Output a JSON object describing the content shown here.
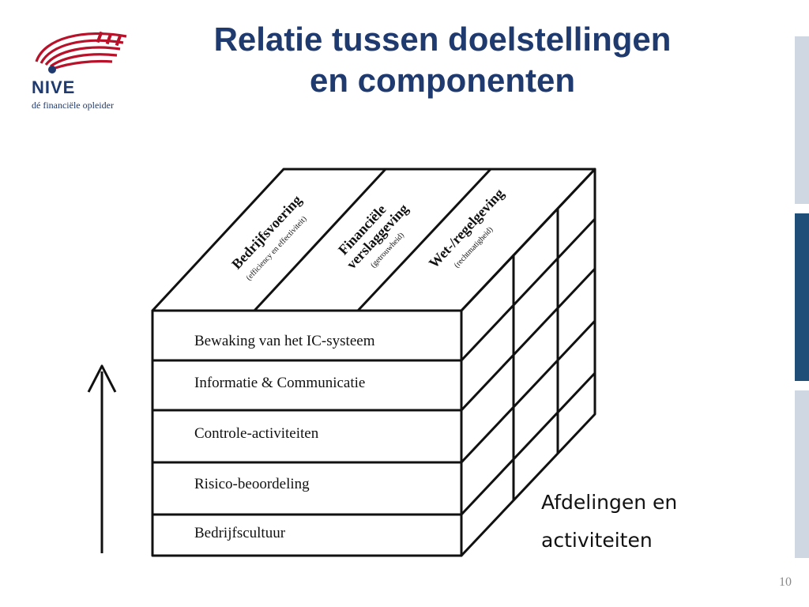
{
  "header": {
    "logo": {
      "name": "NIVE",
      "tagline": "dé financiële opleider"
    },
    "title_line1": "Relatie tussen doelstellingen",
    "title_line2": "en componenten"
  },
  "diagram": {
    "objectives": [
      {
        "label": "Bedrijfsvoering",
        "sub": "(efficiency en effectiviteit)"
      },
      {
        "label_line1": "Financiële",
        "label_line2": "verslaggeving",
        "sub": "(getrouwheid)"
      },
      {
        "label": "Wet-/regelgeving",
        "sub": "(rechtmatigheid)"
      }
    ],
    "components": [
      "Bewaking van het IC-systeem",
      "Informatie & Communicatie",
      "Controle-activiteiten",
      "Risico-beoordeling",
      "Bedrijfscultuur"
    ],
    "side_caption_line1": "Afdelingen en",
    "side_caption_line2": "activiteiten"
  },
  "footer": {
    "page_number": "10"
  },
  "colors": {
    "title": "#1f3a6e",
    "logo_red": "#b8122b",
    "bar_light": "#cfd7e2",
    "bar_dark": "#1f4e79"
  }
}
